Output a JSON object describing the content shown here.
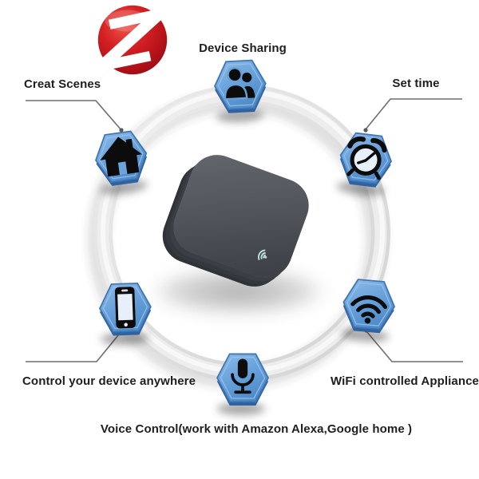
{
  "brand": {
    "logo_letter": "Z",
    "logo_color": "#c41420"
  },
  "device": {
    "description": "smart hub with wifi indicator",
    "body_color": "#4b4e54",
    "indicator_icon": "wifi-indicator-icon",
    "indicator_color": "#c9ece5"
  },
  "ring": {
    "color": "#e0e0e0"
  },
  "hex_style": {
    "face_top": "#8fbce8",
    "face_bottom": "#4e8bc8",
    "depth": "#2f62a0",
    "border": "#3e74b2",
    "icon_color": "#0c0c0c"
  },
  "features": [
    {
      "id": "device-sharing",
      "label": "Device Sharing",
      "icon": "people-icon"
    },
    {
      "id": "creat-scenes",
      "label": "Creat Scenes",
      "icon": "home-icon"
    },
    {
      "id": "set-time",
      "label": "Set time",
      "icon": "alarm-clock-icon"
    },
    {
      "id": "control-anywhere",
      "label": "Control your device anywhere",
      "icon": "smartphone-icon"
    },
    {
      "id": "wifi-appliance",
      "label": "WiFi controlled Appliance",
      "icon": "wifi-icon"
    },
    {
      "id": "voice-control",
      "label": "Voice Control(work with Amazon Alexa,Google home )",
      "icon": "microphone-icon"
    }
  ]
}
